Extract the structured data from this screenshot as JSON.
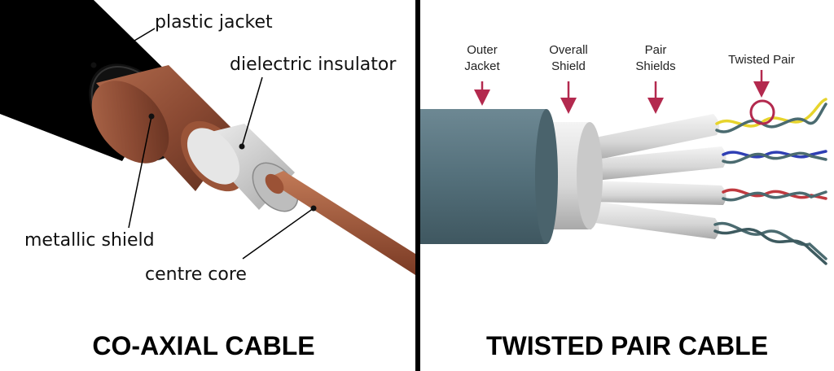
{
  "coax": {
    "labels": {
      "plastic_jacket": "plastic jacket",
      "dielectric_insulator": "dielectric insulator",
      "metallic_shield": "metallic shield",
      "centre_core": "centre core"
    },
    "caption": "CO-AXIAL CABLE"
  },
  "twisted": {
    "labels": {
      "outer_jacket_l1": "Outer",
      "outer_jacket_l2": "Jacket",
      "overall_shield_l1": "Overall",
      "overall_shield_l2": "Shield",
      "pair_shields_l1": "Pair",
      "pair_shields_l2": "Shields",
      "twisted_pair": "Twisted Pair"
    },
    "caption": "TWISTED PAIR CABLE"
  },
  "colors": {
    "jacket_black": "#000000",
    "copper": "#8b4a33",
    "insulator": "#d8d8d8",
    "outer_jacket_teal": "#55707b",
    "arrow_red": "#b3294e"
  }
}
